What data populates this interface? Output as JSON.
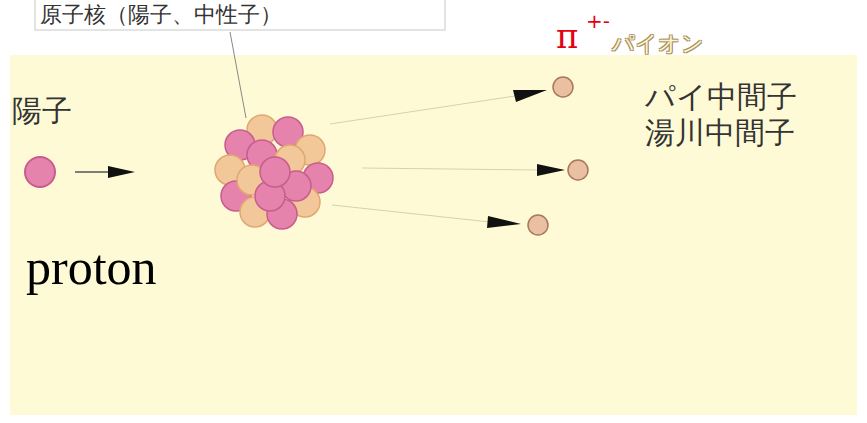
{
  "diagram": {
    "labels": [
      "原子核（陽子、中性子）",
      "π",
      "+-",
      "パイオン",
      "陽子",
      "パイ中間子",
      "湯川中間子",
      "proton"
    ]
  }
}
